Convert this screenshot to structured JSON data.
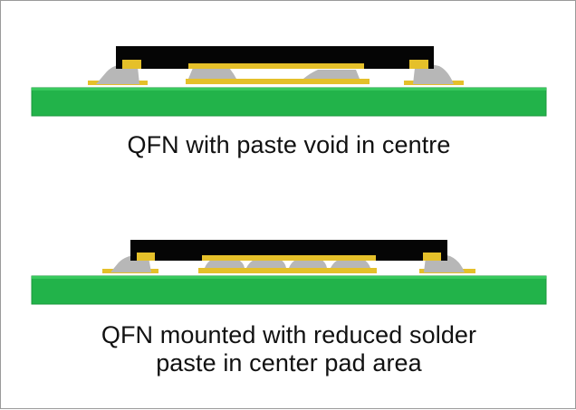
{
  "colors": {
    "background": "#ffffff",
    "border": "#9a9a9a",
    "pcb": "#22b34a",
    "pcb_edge": "#1c9a3f",
    "chip": "#050505",
    "pad": "#e5c02a",
    "solder": "#b7b7b7",
    "text": "#111111"
  },
  "diagrams": [
    {
      "caption": "QFN with paste void in centre"
    },
    {
      "caption_line_1": "QFN mounted with reduced solder",
      "caption_line_2": "paste in center pad area"
    }
  ]
}
